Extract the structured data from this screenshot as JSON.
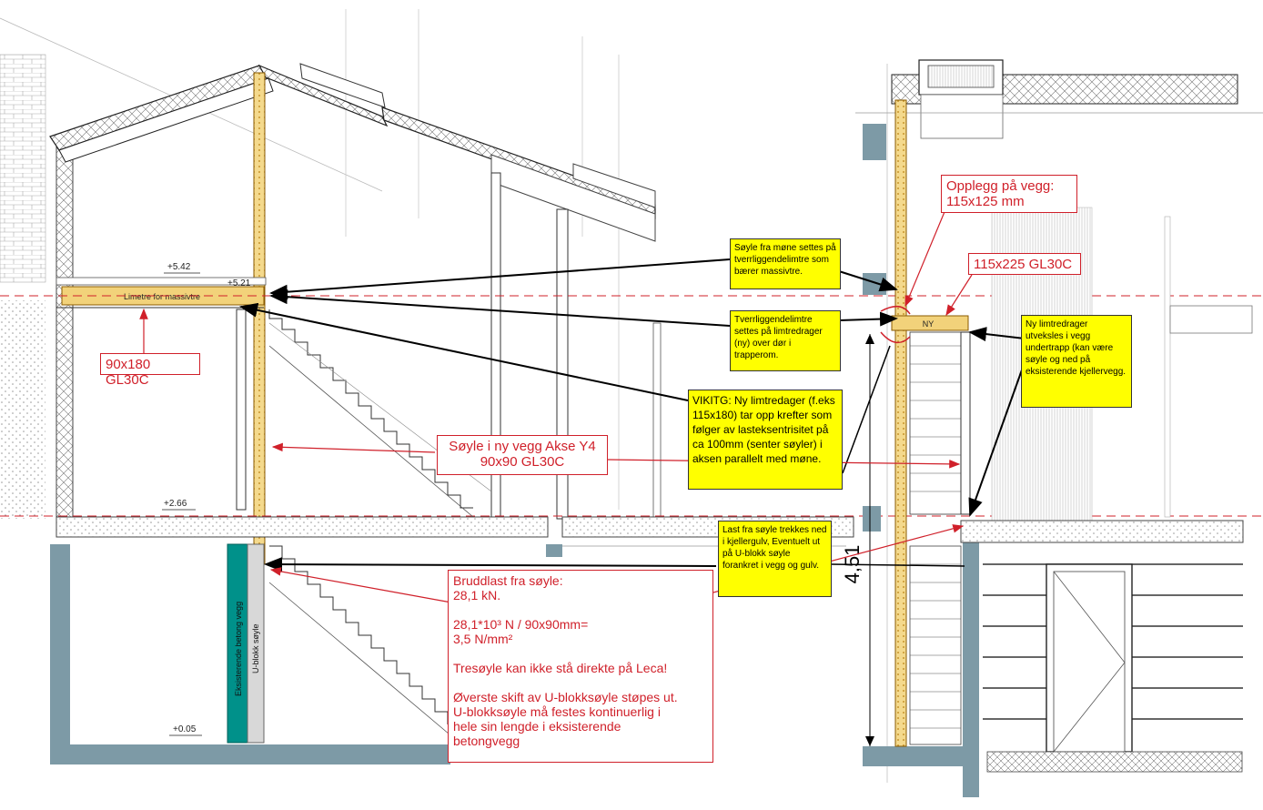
{
  "section_left": {
    "beam_label": "Limetre for massivtre",
    "elevations": [
      "+5.42",
      "+5.21",
      "+2.66",
      "+0.05"
    ],
    "wall_label_concrete": "Eksisterende betong vegg",
    "wall_label_ublock": "U-blokk søyle"
  },
  "section_right": {
    "beam_label": "NY",
    "dimension": "4,51"
  },
  "notes_red": {
    "beam_size_left": "90x180 GL30C",
    "column_y4": "Søyle i ny vegg Akse Y4\n90x90 GL30C",
    "bearing": "Opplegg på vegg:\n115x125 mm",
    "beam_size_right": "115x225 GL30C",
    "load_calc": [
      "Bruddlast fra søyle:\n28,1 kN.",
      "28,1*10³ N / 90x90mm=\n3,5 N/mm²",
      "Tresøyle kan ikke stå direkte på Leca!",
      "Øverste skift av U-blokksøyle støpes ut.\nU-blokksøyle må festes kontinuerlig i\nhele sin lengde i eksisterende\nbetongvegg"
    ]
  },
  "notes_yellow": {
    "column_from_ridge": "Søyle fra møne settes på tverrliggendelimtre som bærer massivtre.",
    "cross_beams": "Tverrliggendelimtre settes på limtredrager (ny) over dør i trapperom.",
    "important": "VIKITG: Ny limtredager (f.eks 115x180) tar opp krefter som følger av lasteksentrisitet på ca 100mm (senter søyler) i aksen parallelt  med møne.",
    "new_beam": "Ny limtredrager utveksles i vegg undertrapp (kan være søyle og ned på eksisterende kjellervegg.",
    "load_transfer": "Last fra søyle trekkes ned i kjellergulv, Eventuelt ut på U-blokk søyle forankret i vegg og gulv."
  },
  "colors": {
    "annotation_red": "#d0202a",
    "note_yellow": "#ffff00",
    "timber_fill": "#f2d27a",
    "concrete_teal": "#00918a",
    "steel_blue": "#7d9aa6"
  }
}
